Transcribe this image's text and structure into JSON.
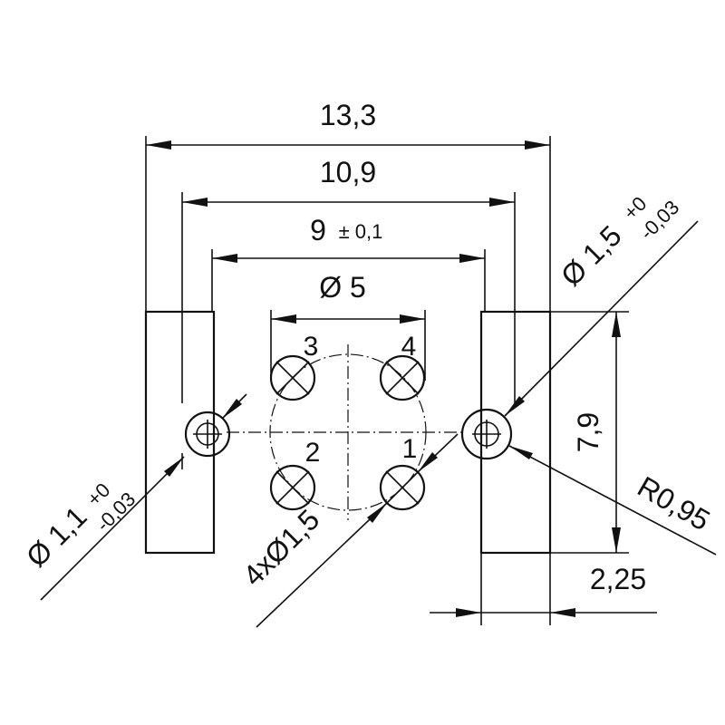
{
  "dimensions": {
    "overall_width": "13,3",
    "inner_width": "10,9",
    "hole_spacing": "9",
    "hole_spacing_tol": "± 0,1",
    "circle_diameter": "Ø 5",
    "height": "7,9",
    "wall": "2,25",
    "radius": "R0,95",
    "large_hole": "Ø 1,5",
    "large_hole_tol_upper": "+0",
    "large_hole_tol_lower": "-0,03",
    "small_hole": "Ø 1,1",
    "small_hole_tol_upper": "+0",
    "small_hole_tol_lower": "-0,03",
    "pin_holes": "4xØ1,5"
  },
  "pins": [
    "1",
    "2",
    "3",
    "4"
  ]
}
